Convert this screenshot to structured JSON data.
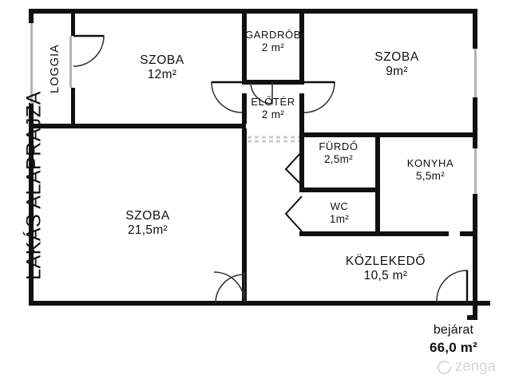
{
  "title": {
    "vertical": "LAKÁS ALAPRAJZA"
  },
  "rooms": [
    {
      "key": "loggia",
      "name": "LOGGIA",
      "area": ""
    },
    {
      "key": "szoba12",
      "name": "SZOBA",
      "area": "12m²"
    },
    {
      "key": "gardrob",
      "name": "GARDRÓB",
      "area": "2 m²"
    },
    {
      "key": "szoba9",
      "name": "SZOBA",
      "area": "9m²"
    },
    {
      "key": "eloter",
      "name": "ELŐTÉR",
      "area": "2 m²"
    },
    {
      "key": "furdo",
      "name": "FÜRDŐ",
      "area": "2,5m²"
    },
    {
      "key": "konyha",
      "name": "KONYHA",
      "area": "5,5m²"
    },
    {
      "key": "szoba21",
      "name": "SZOBA",
      "area": "21,5m²"
    },
    {
      "key": "wc",
      "name": "WC",
      "area": "1m²"
    },
    {
      "key": "kozlekedo",
      "name": "KÖZLEKEDŐ",
      "area": "10,5 m²"
    }
  ],
  "entrance": {
    "label": "bejárat",
    "total_area": "66,0 m²"
  },
  "watermark": {
    "brand": "zenga",
    "mark": "zenga-logo-icon"
  },
  "colors": {
    "wall": "#111111",
    "background": "#ffffff",
    "door_arc": "#333333",
    "window": "#bbbbbb",
    "watermark": "#d8d8d8"
  }
}
